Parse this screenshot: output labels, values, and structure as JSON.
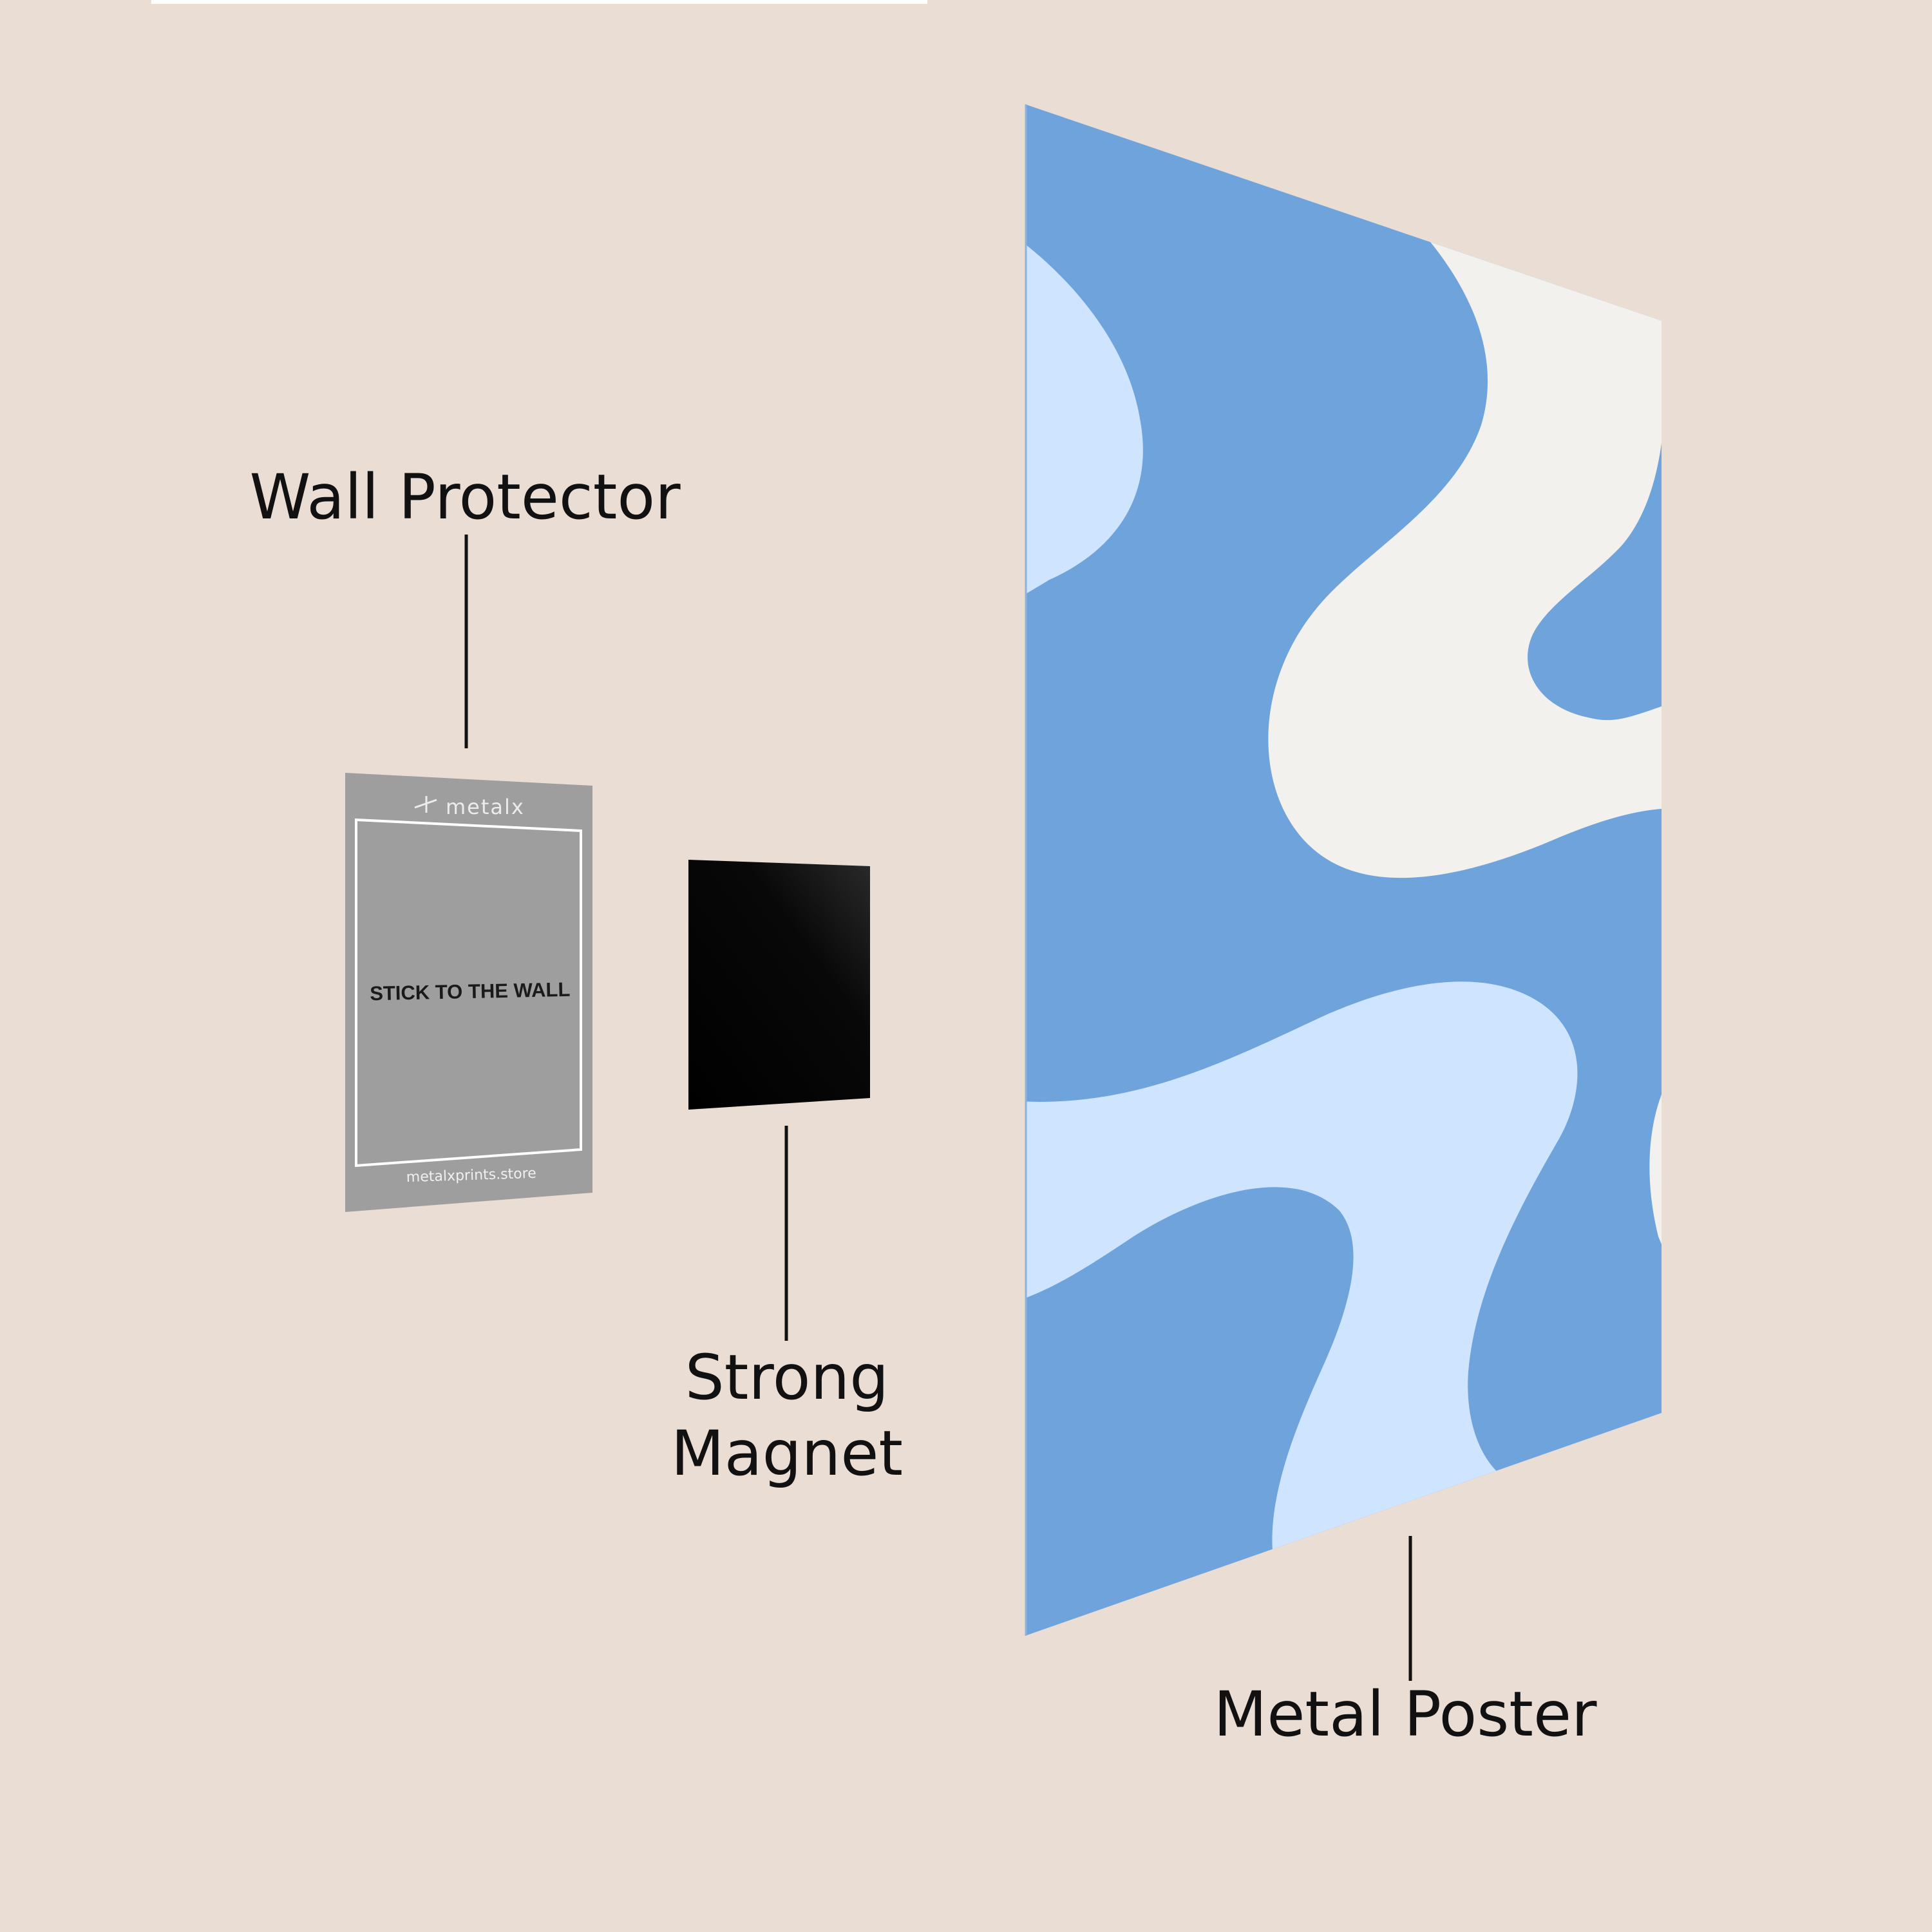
{
  "labels": {
    "wall_protector": "Wall Protector",
    "strong_magnet_line1": "Strong",
    "strong_magnet_line2": "Magnet",
    "metal_poster": "Metal Poster"
  },
  "wall_protector_print": {
    "logo": "metalx",
    "instruction": "STICK TO THE WALL",
    "website": "metalxprints.store"
  },
  "icons": {
    "logo": "metalx-logo-icon"
  },
  "colors": {
    "background": "#e9ddd4",
    "poster_blue": "#6fa3dc",
    "poster_light_blue": "#cfe4ff",
    "poster_white": "#f3f1ed",
    "protector_gray": "#9e9e9e",
    "magnet_black": "#050505",
    "text": "#111111"
  }
}
